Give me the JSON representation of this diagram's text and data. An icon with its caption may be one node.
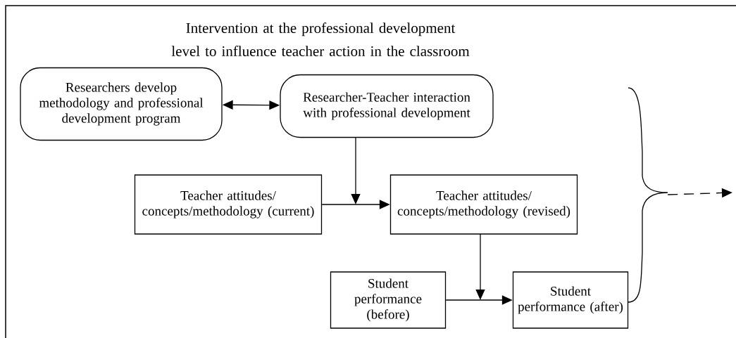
{
  "diagram": {
    "title": "Intervention at the professional development level to influence teacher action in the classroom",
    "nodes": [
      {
        "text": [
          "Researchers develop methodology and professional development program"
        ]
      },
      {
        "text": [
          "Researcher-Teacher interaction with professional development"
        ]
      },
      {
        "text": [
          "Teacher attitudes/ concepts/methodology (current)"
        ]
      },
      {
        "text": [
          "Teacher attitudes/ concepts/methodology (revised)"
        ]
      },
      {
        "text": [
          "Student performance (before)"
        ]
      },
      {
        "text": [
          "Student performance (after)"
        ]
      },
      {
        "text": [],
        "shape": "brace"
      }
    ],
    "edges": [
      {
        "from": 0,
        "to": 1,
        "arrow": "both"
      },
      {
        "from": 2,
        "to": 3,
        "arrow": "to"
      },
      {
        "from": 1,
        "to": null,
        "arrow": "to"
      },
      {
        "from": 4,
        "to": 5,
        "arrow": "to"
      },
      {
        "from": 3,
        "to": null,
        "arrow": "to"
      },
      {
        "from": 6,
        "to": null,
        "arrow": "to",
        "style": "dashed"
      }
    ]
  }
}
